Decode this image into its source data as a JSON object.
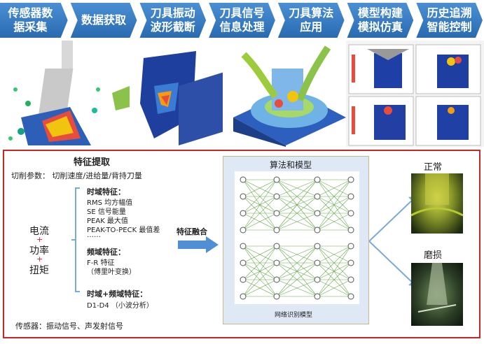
{
  "steps": [
    {
      "label": "传感器数\n据采集"
    },
    {
      "label": "数据获取"
    },
    {
      "label": "刀具振动\n波形截断"
    },
    {
      "label": "刀具信号\n信息处理"
    },
    {
      "label": "刀具算法\n应用"
    },
    {
      "label": "模型构建\n模拟仿真"
    },
    {
      "label": "历史追溯\n智能控制"
    }
  ],
  "feature": {
    "title": "特征提取",
    "cut_params": "切削参数： 切削速度/进给量/背持刀量",
    "signals": [
      "电流",
      "功率",
      "扭矩"
    ],
    "plus": "+",
    "time_title": "时域特征：",
    "time_items": [
      "RMS 均方幅值",
      "SE 信号能量",
      "PEAK 最大值",
      "PEAK-TO-PECK 最值差",
      "……"
    ],
    "freq_title": "频域特征：",
    "freq_items": [
      "F-R 特征",
      "（傅里叶变换）"
    ],
    "tf_title": "时域+频域特征：",
    "tf_items": [
      "D1-D4 （小波分析）"
    ],
    "sensor_line": "传感器：振动信号、声发射信号"
  },
  "fusion": {
    "label": "特征融合"
  },
  "model": {
    "title": "算法和模型",
    "caption": "网络识别模型"
  },
  "results": {
    "normal": "正常",
    "worn": "磨损"
  },
  "colors": {
    "step_blue": "#2f74b5",
    "border_red": "#c9262a",
    "arrow_blue": "#4f8fd6",
    "model_bg": "#dfe9f6"
  }
}
